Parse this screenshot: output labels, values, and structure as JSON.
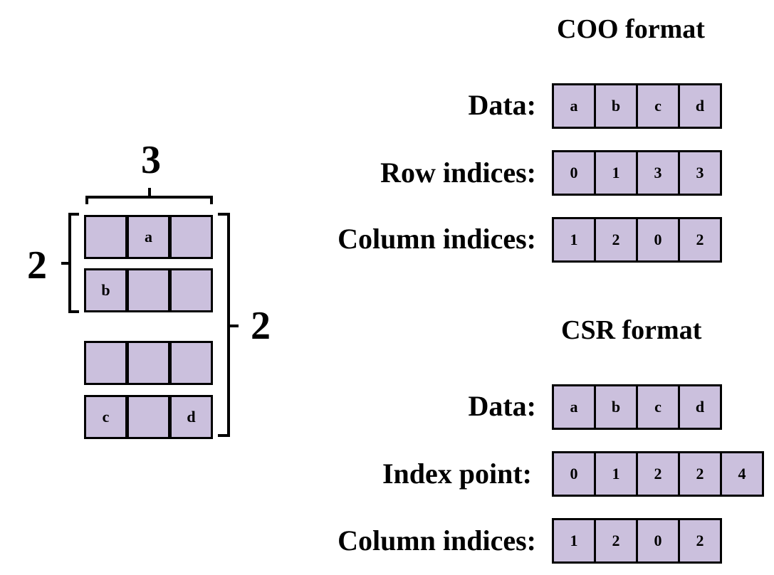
{
  "matrix": {
    "col_block_size": "3",
    "row_block_size": "2",
    "num_row_blocks": "2",
    "rows": [
      [
        "",
        "a",
        ""
      ],
      [
        "b",
        "",
        ""
      ],
      [
        "",
        "",
        ""
      ],
      [
        "c",
        "",
        "d"
      ]
    ]
  },
  "coo": {
    "title": "COO format",
    "arrays": [
      {
        "label": "Data:",
        "values": [
          "a",
          "b",
          "c",
          "d"
        ]
      },
      {
        "label": "Row indices:",
        "values": [
          "0",
          "1",
          "3",
          "3"
        ]
      },
      {
        "label": "Column indices:",
        "values": [
          "1",
          "2",
          "0",
          "2"
        ]
      }
    ]
  },
  "csr": {
    "title": "CSR format",
    "arrays": [
      {
        "label": "Data:",
        "values": [
          "a",
          "b",
          "c",
          "d"
        ]
      },
      {
        "label": "Index point:",
        "values": [
          "0",
          "1",
          "2",
          "2",
          "4"
        ]
      },
      {
        "label": "Column indices:",
        "values": [
          "1",
          "2",
          "0",
          "2"
        ]
      }
    ]
  },
  "colors": {
    "cell_fill": "#cbc0dd",
    "cell_border": "#000000"
  }
}
